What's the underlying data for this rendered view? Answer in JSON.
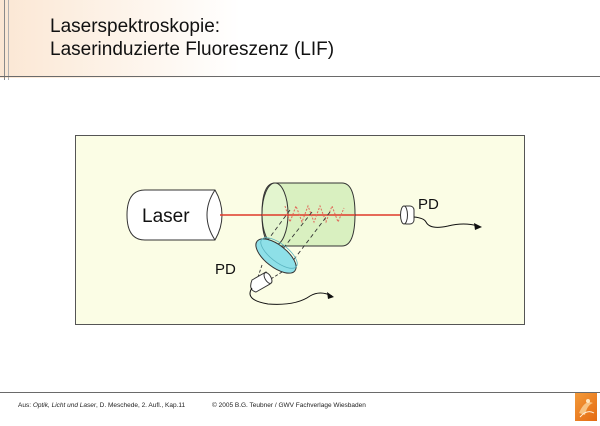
{
  "header": {
    "title_line1": "Laserspektroskopie:",
    "title_line2": "Laserinduzierte Fluoreszenz (LIF)"
  },
  "diagram": {
    "laser_label": "Laser",
    "pd_right_label": "PD",
    "pd_bottom_label": "PD",
    "colors": {
      "box_fill": "#fbfde5",
      "cell_fill": "#d9f0c0",
      "beam": "#e03a2a",
      "lens_fill": "#8ee0e8"
    }
  },
  "footer": {
    "source_prefix": "Aus: ",
    "book_title": "Optik, Licht und Laser",
    "source_rest": ", D. Meschede, 2. Aufl., Kap.11",
    "copyright": "© 2005 B.G. Teubner / GWV Fachverlage Wiesbaden"
  }
}
